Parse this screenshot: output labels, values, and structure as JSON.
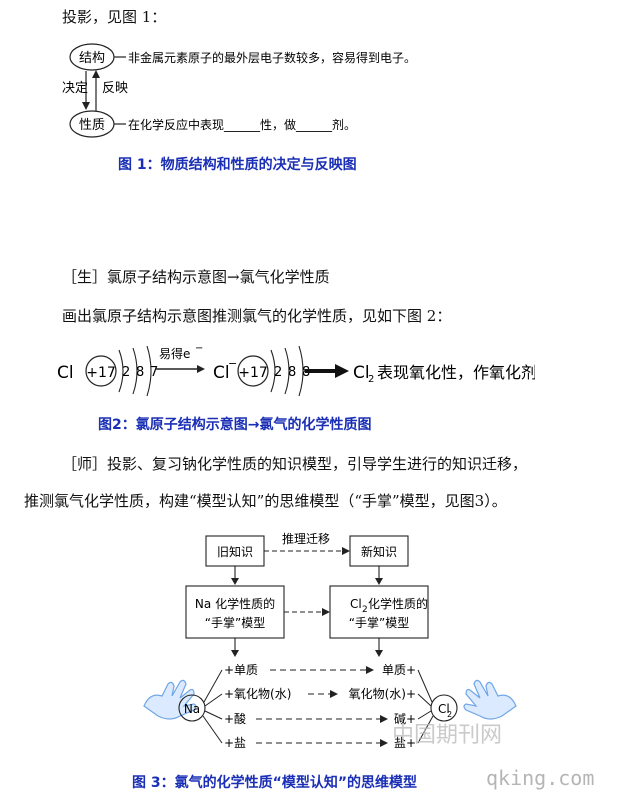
{
  "intro_line": "投影，见图 1：",
  "fig1": {
    "structure": "结构",
    "property": "性质",
    "decides": "决定",
    "reflects": "反映",
    "structure_desc": "非金属元素原子的最外层电子数较多，容易得到电子。",
    "property_desc": "在化学反应中表现______性，做______剂。",
    "caption": "图 1：物质结构和性质的决定与反映图"
  },
  "student_line": "［生］氯原子结构示意图→氯气化学性质",
  "draw_line": "画出氯原子结构示意图推测氯气的化学性质，见如下图 2：",
  "fig2": {
    "cl_symbol": "Cl",
    "nucleus": "+17",
    "shells": [
      "2",
      "8",
      "7"
    ],
    "arrow_label": "易得e",
    "arrow_sup": "−",
    "ion_symbol": "Cl",
    "ion_sup": "−",
    "ion_shells": [
      "2",
      "8",
      "8"
    ],
    "cl2": "Cl",
    "cl2_sub": "2",
    "result": "表现氧化性，作氧化剂",
    "caption": "图2：氯原子结构示意图→氯气的化学性质图"
  },
  "teacher_line1": "［师］投影、复习钠化学性质的知识模型，引导学生进行的知识迁移，",
  "teacher_line2": "推测氯气化学性质，构建“模型认知”的思维模型（“手掌”模型，见图3）。",
  "fig3": {
    "old": "旧知识",
    "new": "新知识",
    "transfer": "推理迁移",
    "na_model_1": "Na 化学性质的",
    "na_model_2": "“手掌”模型",
    "cl_model_1": "Cl",
    "cl_model_1_sub": "2",
    "cl_model_1_rest": " 化学性质的",
    "cl_model_2": "“手掌”模型",
    "na": "Na",
    "cl2": "Cl",
    "cl2_sub": "2",
    "left_items": [
      "+单质",
      "+氧化物(水)",
      "+酸",
      "+盐"
    ],
    "right_items": [
      "单质+",
      "氧化物(水)+",
      "碱+",
      "盐+"
    ],
    "caption": "图 3：氯气的化学性质“模型认知”的思维模型"
  },
  "watermark": "中国期刊网",
  "watermark_url": "qking.com"
}
